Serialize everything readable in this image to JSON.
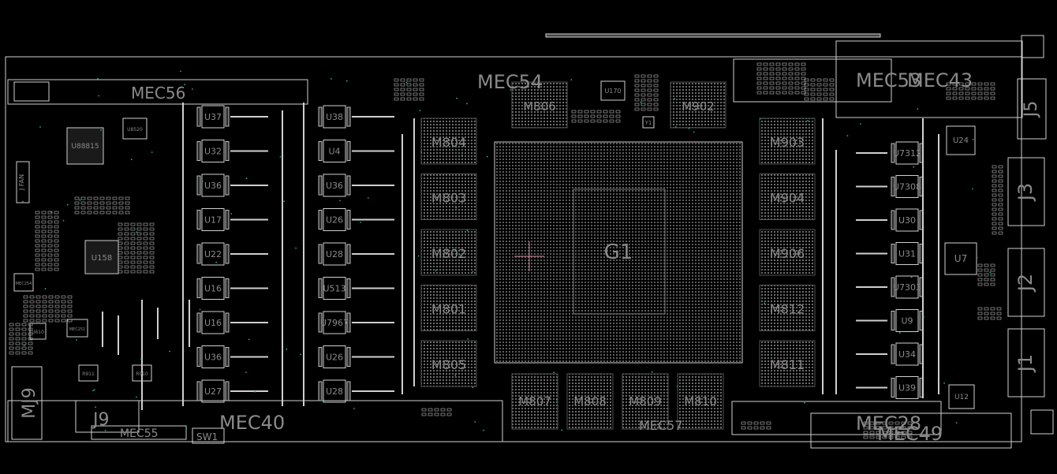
{
  "colors": {
    "background": "#000000",
    "outline": "#cfcfcf",
    "label": "#8a8a8a",
    "pad": "#bdbdbd",
    "marker": "#d08a9a",
    "via": "#2aa79b"
  },
  "mechanical": [
    {
      "name": "mec56",
      "label": "MEC56"
    },
    {
      "name": "mec54",
      "label": "MEC54"
    },
    {
      "name": "mec53",
      "label": "MEC53"
    },
    {
      "name": "mec43",
      "label": "MEC43"
    },
    {
      "name": "mec40",
      "label": "MEC40"
    },
    {
      "name": "mec55",
      "label": "MEC55"
    },
    {
      "name": "mec57",
      "label": "MEC57"
    },
    {
      "name": "mec28",
      "label": "MEC28"
    },
    {
      "name": "mec49",
      "label": "MEC49"
    }
  ],
  "gpu": {
    "label": "G1"
  },
  "memory": {
    "left": [
      "M804",
      "M803",
      "M802",
      "M801",
      "M805"
    ],
    "right": [
      "M903",
      "M904",
      "M906",
      "M812",
      "M811"
    ],
    "bottom": [
      "M807",
      "M808",
      "M809",
      "M810"
    ],
    "top": [
      "M806",
      "M902"
    ]
  },
  "vrm_left_a": [
    "U37",
    "U32",
    "U36",
    "U17",
    "U22",
    "U16",
    "U16",
    "U36",
    "U27"
  ],
  "vrm_left_b": [
    "U38",
    "U4",
    "U36",
    "U26",
    "U28",
    "U513",
    "U7967",
    "U26",
    "U28"
  ],
  "vrm_right": [
    "U7312",
    "U7308",
    "U30",
    "U31",
    "U7303",
    "U9",
    "U34",
    "U39"
  ],
  "connectors": {
    "j5": "J5",
    "j3": "J3",
    "j2": "J2",
    "j1": "J1",
    "mj9": "MJ9",
    "j9": "J9",
    "sw1": "SW1",
    "u24": "U24",
    "u7": "U7",
    "u12": "U12"
  },
  "left_ics": {
    "u88815": "U88815",
    "u158": "U158",
    "u170": "U170",
    "y1": "Y1",
    "u8520": "U8520",
    "r911": "R911",
    "r910": "R910",
    "u610": "U610",
    "mec251": "MEC251",
    "mec254": "MEC254",
    "fan": "J FAN"
  }
}
